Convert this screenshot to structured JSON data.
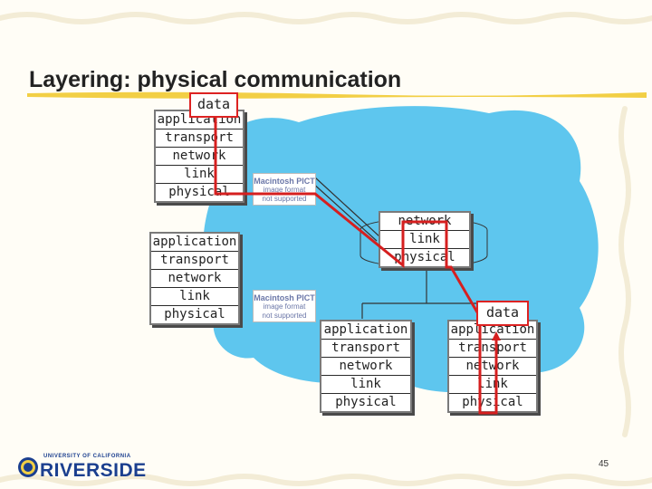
{
  "title": "Layering: physical communication",
  "data_label": "data",
  "stack_full": {
    "layers": [
      "application",
      "transport",
      "network",
      "link",
      "physical"
    ]
  },
  "stack_router": {
    "layers": [
      "network",
      "link",
      "physical"
    ]
  },
  "pict_placeholder": {
    "line1": "Macintosh PICT",
    "line2": "image format",
    "line3": "not supported"
  },
  "logo": {
    "top": "UNIVERSITY OF CALIFORNIA",
    "name": "RIVERSIDE"
  },
  "page_number": "45",
  "colors": {
    "cloud": "#5ec6ee",
    "arrow": "#d61f1f",
    "title_bar": "#f2cf45",
    "logo": "#1b3f8f"
  }
}
